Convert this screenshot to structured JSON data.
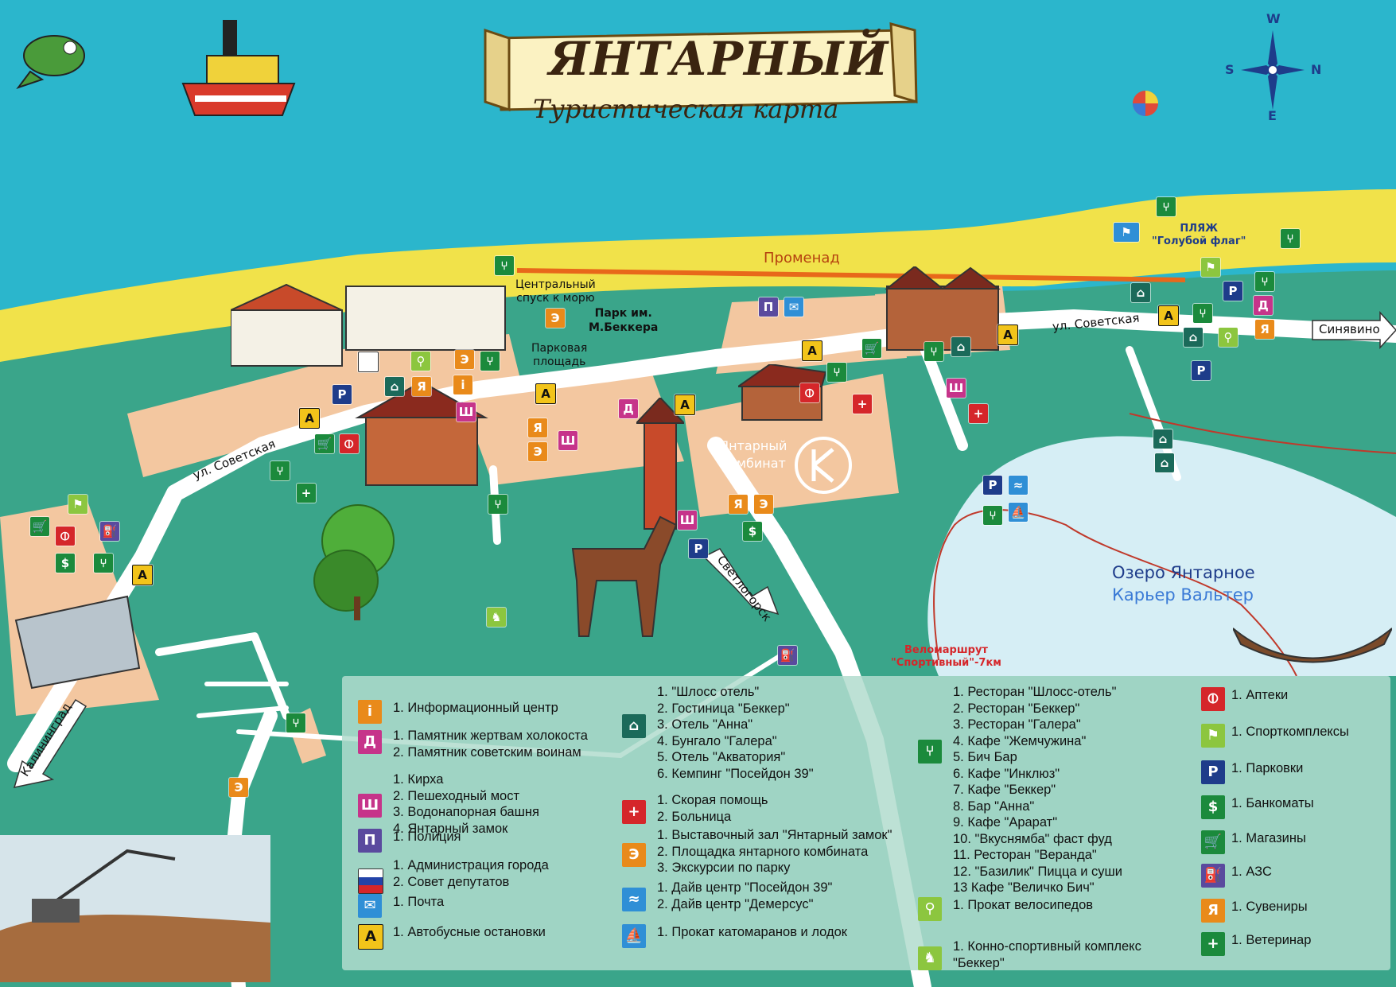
{
  "colors": {
    "sea": "#2bb6cc",
    "land": "#3aa58a",
    "beach": "#f1e24a",
    "sand_zone": "#f3c7a0",
    "road": "#ffffff",
    "promenade": "#e8681a",
    "lake": "#d6eef5",
    "legend_bg": "#b2dcce",
    "bike_route": "#c0392b"
  },
  "title": {
    "main": "ЯНТАРНЫЙ",
    "subtitle": "Туристическая карта"
  },
  "compass": {
    "n": "N",
    "s": "S",
    "w": "W",
    "e": "E"
  },
  "map_labels": {
    "promenade": "Променад",
    "central_descent": "Центральный\nспуск к морю",
    "park": "Парк им.\nМ.Беккера",
    "park_square": "Парковая\nплощадь",
    "beach": "ПЛЯЖ\n\"Голубой флаг\"",
    "sovetskaya_1": "ул. Советская",
    "sovetskaya_2": "ул. Советская",
    "sinyavino": "Синявино",
    "svetlogorsk": "Светлогорск",
    "kaliningrad": "Калининград",
    "lake_1": "Озеро Янтарное",
    "lake_2": "Карьер  Вальтер",
    "amber_plant": "Янтарный\nкомбинат",
    "bike_route": "Веломаршрут\n\"Спортивный\"-7км"
  },
  "icon_names": {
    "info": "info-icon",
    "monument": "monument-icon",
    "church": "landmark-icon",
    "police": "police-icon",
    "admin": "flag-icon",
    "mail": "mail-icon",
    "bus": "bus-stop-icon",
    "hotel": "hotel-icon",
    "first_aid": "first-aid-icon",
    "exhibition": "exhibition-icon",
    "dive": "dive-icon",
    "boat": "boat-icon",
    "restaurant": "restaurant-icon",
    "bike": "bike-rental-icon",
    "horse": "horse-icon",
    "pharmacy": "pharmacy-icon",
    "sport": "sport-icon",
    "parking": "parking-icon",
    "atm": "atm-icon",
    "shop": "shop-icon",
    "fuel": "fuel-icon",
    "souvenir": "souvenir-icon",
    "vet": "vet-icon"
  },
  "legend": {
    "col1": [
      {
        "icon": "i",
        "lines": [
          "1. Информационный центр"
        ]
      },
      {
        "icon": "Д",
        "lines": [
          "1. Памятник жертвам холокоста",
          "2. Памятник советским воинам"
        ]
      },
      {
        "icon": "Ш",
        "lines": [
          "1. Кирха",
          "2. Пешеходный мост",
          "3. Водонапорная башня",
          "4. Янтарный замок"
        ]
      },
      {
        "icon": "П",
        "lines": [
          "1. Полиция"
        ]
      },
      {
        "icon": "",
        "lines": [
          "1. Администрация города",
          "2. Совет депутатов"
        ]
      },
      {
        "icon": "✉",
        "lines": [
          "1. Почта"
        ]
      },
      {
        "icon": "A",
        "lines": [
          "1. Автобусные остановки"
        ]
      }
    ],
    "col2": [
      {
        "icon": "⌂",
        "lines": [
          "1. \"Шлосс отель\"",
          "2. Гостиница \"Беккер\"",
          "3. Отель \"Анна\"",
          "4. Бунгало \"Галера\"",
          "5. Отель \"Акватория\"",
          "6. Кемпинг \"Посейдон 39\""
        ]
      },
      {
        "icon": "+",
        "lines": [
          "1. Скорая помощь",
          "2. Больница"
        ]
      },
      {
        "icon": "Э",
        "lines": [
          "1. Выставочный зал \"Янтарный замок\"",
          "2. Площадка янтарного комбината",
          "3. Экскурсии по парку"
        ]
      },
      {
        "icon": "≈",
        "lines": [
          "1. Дайв центр \"Посейдон 39\"",
          "2. Дайв центр \"Демерсус\""
        ]
      },
      {
        "icon": "⛵",
        "lines": [
          "1. Прокат катомаранов и лодок"
        ]
      }
    ],
    "col3": [
      {
        "icon": "⑂",
        "lines": [
          "1. Ресторан \"Шлосс-отель\"",
          "2. Ресторан \"Беккер\"",
          "3. Ресторан \"Галера\"",
          "4. Кафе \"Жемчужина\"",
          "5. Бич Бар",
          "6. Кафе \"Инклюз\"",
          "7. Кафе \"Беккер\"",
          "8. Бар \"Анна\"",
          "9. Кафе \"Арарат\"",
          "10. \"Вкуснямба\" фаст фуд",
          "11. Ресторан \"Веранда\"",
          "12. \"Базилик\" Пицца и суши",
          "13 Кафе \"Величко Бич\""
        ]
      },
      {
        "icon": "⚲",
        "lines": [
          "1. Прокат велосипедов"
        ]
      },
      {
        "icon": "♞",
        "lines": [
          "1. Конно-спортивный комплекс",
          "\"Беккер\""
        ]
      }
    ],
    "col4": [
      {
        "icon": "⦶",
        "lines": [
          "1. Аптеки"
        ]
      },
      {
        "icon": "⚑",
        "lines": [
          "1. Спорткомплексы"
        ]
      },
      {
        "icon": "P",
        "lines": [
          "1. Парковки"
        ]
      },
      {
        "icon": "$",
        "lines": [
          "1. Банкоматы"
        ]
      },
      {
        "icon": "🛒",
        "lines": [
          "1. Магазины"
        ]
      },
      {
        "icon": "⛽",
        "lines": [
          "1. АЗС"
        ]
      },
      {
        "icon": "Я",
        "lines": [
          "1. Сувениры"
        ]
      },
      {
        "icon": "+",
        "lines": [
          "1. Ветеринар"
        ]
      }
    ]
  }
}
